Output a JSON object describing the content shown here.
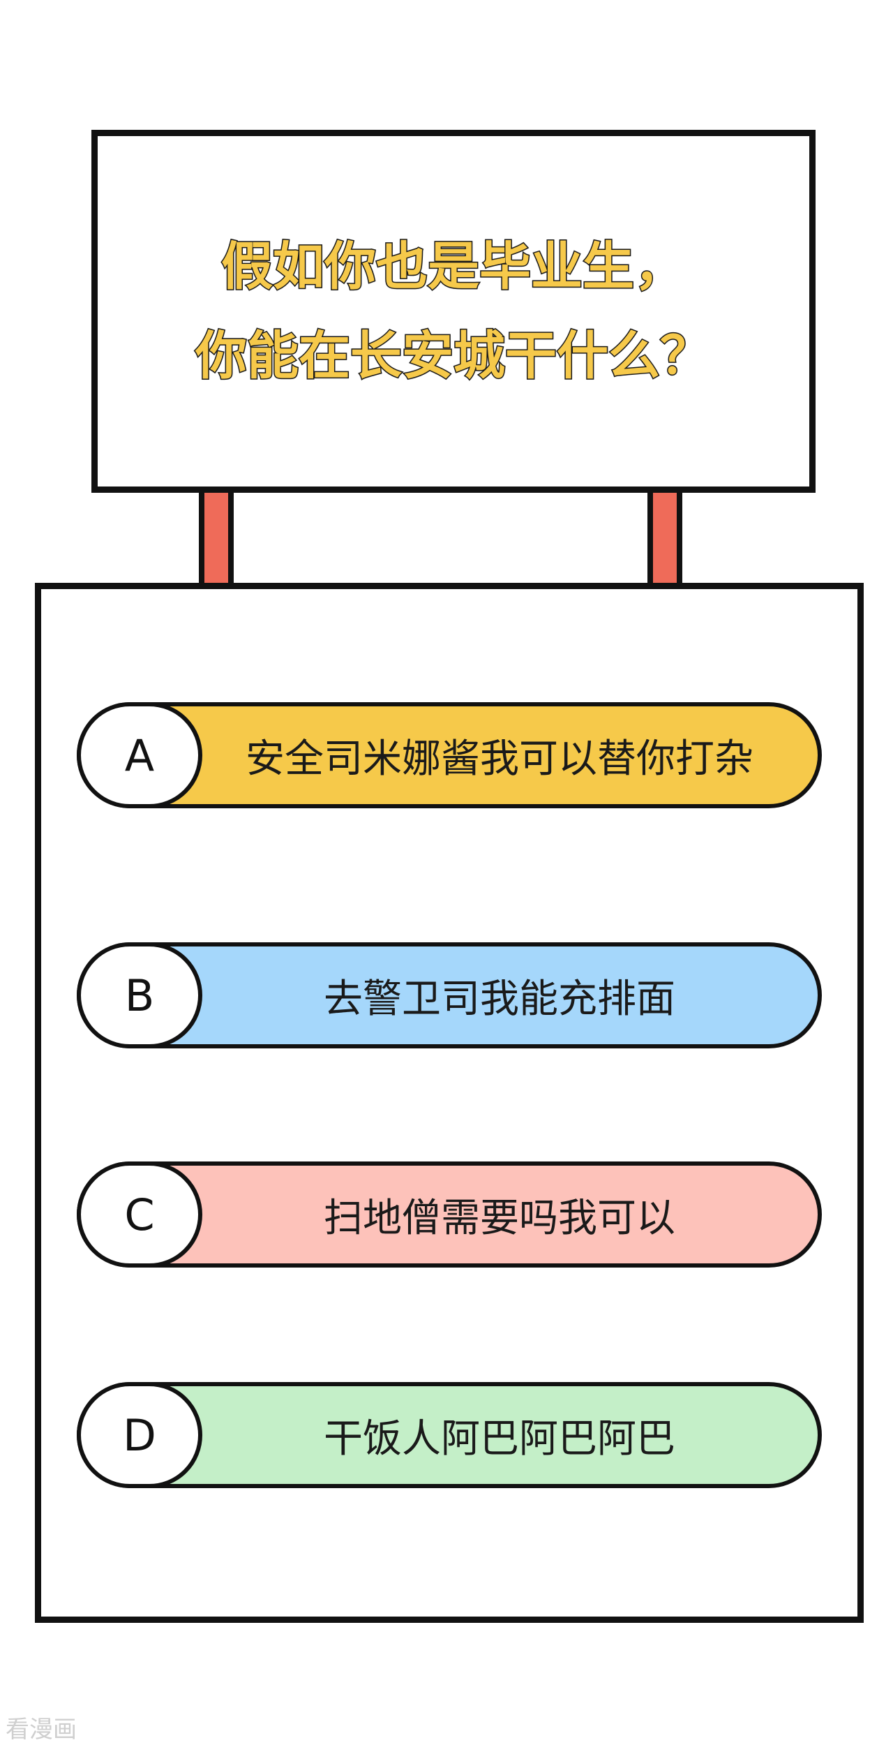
{
  "question": {
    "line1": "假如你也是毕业生，",
    "line2": "你能在长安城干什么？"
  },
  "options": [
    {
      "letter": "A",
      "text": "安全司米娜酱我可以替你打杂",
      "color": "#f6c94a"
    },
    {
      "letter": "B",
      "text": "去警卫司我能充排面",
      "color": "#a5d7fb"
    },
    {
      "letter": "C",
      "text": "扫地僧需要吗我可以",
      "color": "#fdc2ba"
    },
    {
      "letter": "D",
      "text": "干饭人阿巴阿巴阿巴",
      "color": "#c4efc8"
    }
  ],
  "watermark": "看漫画"
}
